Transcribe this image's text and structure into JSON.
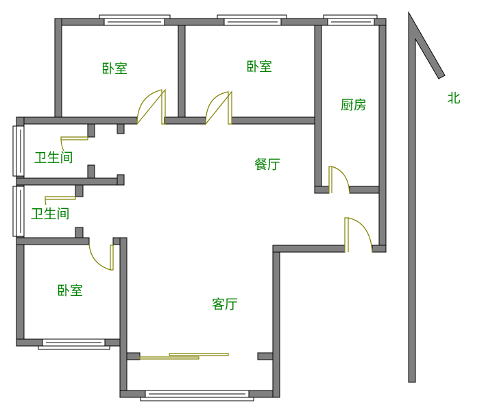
{
  "title": "户型平面图",
  "rooms": [
    {
      "id": "bedroom-north-west",
      "label": "卧室"
    },
    {
      "id": "bedroom-north",
      "label": "卧室"
    },
    {
      "id": "kitchen",
      "label": "厨房"
    },
    {
      "id": "dining",
      "label": "餐厅"
    },
    {
      "id": "bathroom-1",
      "label": "卫生间"
    },
    {
      "id": "bathroom-2",
      "label": "卫生间"
    },
    {
      "id": "bedroom-south-west",
      "label": "卧室"
    },
    {
      "id": "living",
      "label": "客厅"
    }
  ],
  "compass": {
    "label": "北",
    "icon": "north-arrow-icon"
  },
  "colors": {
    "wall": "#808080",
    "door": "#808000",
    "label": "#008000"
  }
}
